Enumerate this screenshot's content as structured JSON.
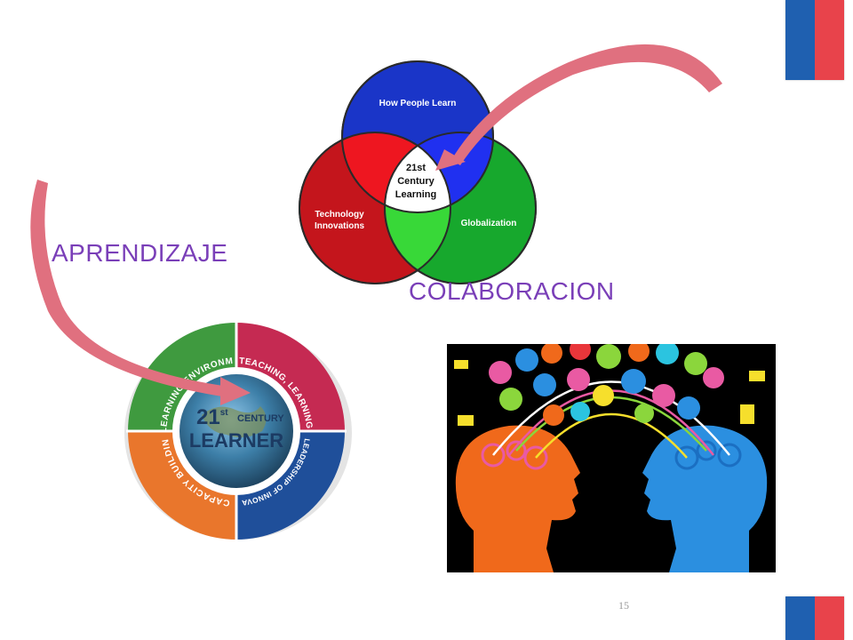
{
  "slide": {
    "word_left": "APRENDIZAJE",
    "word_right": "COLABORACION",
    "page_number": "15"
  },
  "venn": {
    "top": "How People Learn",
    "left_line1": "Technology",
    "left_line2": "Innovations",
    "right": "Globalization",
    "center_line1": "21st",
    "center_line2": "Century",
    "center_line3": "Learning"
  },
  "wheel": {
    "segment_1": "LEARNING ENVIRONMENTS",
    "segment_2": "TEACHING, LEARNING & ASSESSMENT",
    "segment_3": "LEADERSHIP OF INNOVATION & CULTURE",
    "segment_4": "CAPACITY BUILDING",
    "center_line1": "21",
    "center_sup": "st",
    "center_line2": "CENTURY",
    "center_line3": "LEARNER"
  },
  "colors": {
    "word": "#7a3fb8",
    "arrow": "#e0707f",
    "flag_blue": "#1f60b0",
    "flag_red": "#e8434b"
  }
}
